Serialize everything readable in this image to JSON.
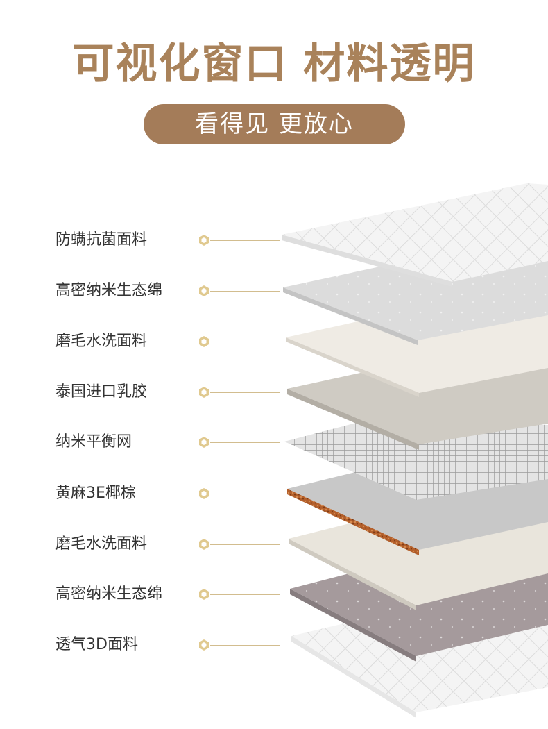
{
  "header": {
    "title": "可视化窗口 材料透明",
    "subtitle": "看得见 更放心"
  },
  "layers": [
    {
      "label": "防螨抗菌面料",
      "icon": "hexagon-bullet-icon"
    },
    {
      "label": "高密纳米生态绵",
      "icon": "hexagon-bullet-icon"
    },
    {
      "label": "磨毛水洗面料",
      "icon": "hexagon-bullet-icon"
    },
    {
      "label": "泰国进口乳胶",
      "icon": "hexagon-bullet-icon"
    },
    {
      "label": "纳米平衡网",
      "icon": "hexagon-bullet-icon"
    },
    {
      "label": "黄麻3E椰棕",
      "icon": "hexagon-bullet-icon"
    },
    {
      "label": "磨毛水洗面料",
      "icon": "hexagon-bullet-icon"
    },
    {
      "label": "高密纳米生态绵",
      "icon": "hexagon-bullet-icon"
    },
    {
      "label": "透气3D面料",
      "icon": "hexagon-bullet-icon"
    }
  ],
  "colors": {
    "accent": "#a9825a",
    "pill": "#a47c59",
    "leader": "#d2bd8f"
  }
}
